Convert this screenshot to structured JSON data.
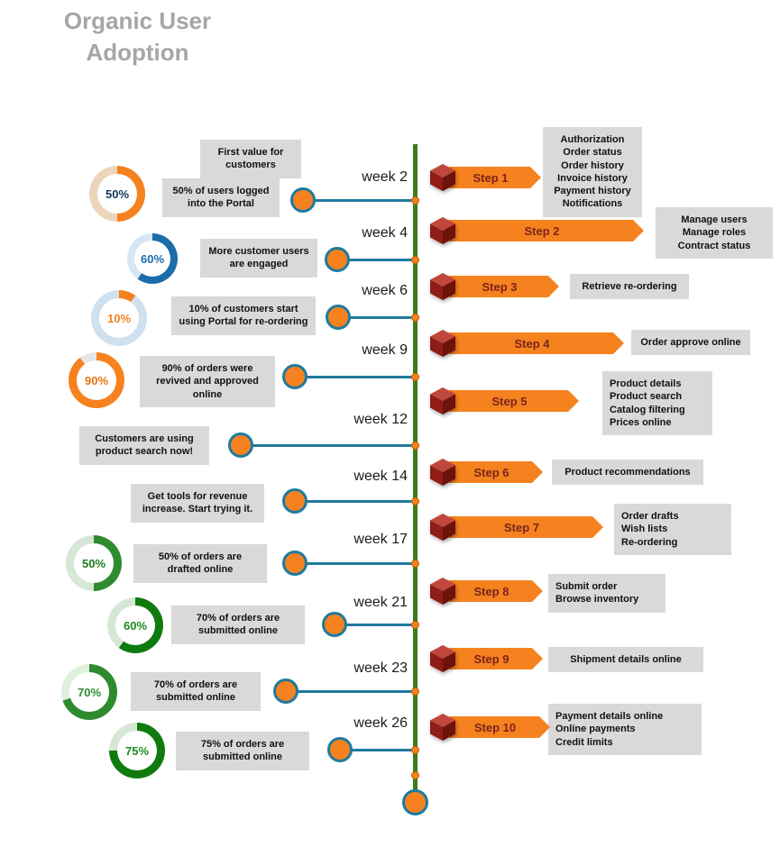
{
  "title": "Organic User Adoption",
  "colors": {
    "orange": "#F5821F",
    "teal_connector": "#1F7A9E",
    "timeline_green": "#3E7A1E",
    "note_box_gray": "#D9D9D9",
    "step_label_text": "#7B241C",
    "title_gray": "#A6A6A6",
    "cube_red": "#8F1D15"
  },
  "weeks": [
    {
      "week": "week 2",
      "note": "50% of users logged into the Portal",
      "note2": "First value for customers",
      "donut": {
        "label": "50%",
        "percent": 50,
        "color": "#F5821F",
        "track": "#EBD6BC",
        "text_color": "#17375E"
      }
    },
    {
      "week": "week 4",
      "note": "More customer users are engaged",
      "donut": {
        "label": "60%",
        "percent": 60,
        "color": "#1B6CA8",
        "track": "#D8E6F3",
        "text_color": "#1B6CA8"
      }
    },
    {
      "week": "week 6",
      "note": "10% of customers start using Portal for re-ordering",
      "donut": {
        "label": "10%",
        "percent": 10,
        "color": "#F5821F",
        "track": "#CFE0EF",
        "text_color": "#F5821F"
      }
    },
    {
      "week": "week 9",
      "note": "90% of orders were revived and approved online",
      "donut": {
        "label": "90%",
        "percent": 90,
        "color": "#F5821F",
        "track": "#E6E6E6",
        "text_color": "#E87511"
      }
    },
    {
      "week": "week 12",
      "note": "Customers are using product search now!"
    },
    {
      "week": "week 14",
      "note": "Get tools for revenue increase. Start trying it."
    },
    {
      "week": "week 17",
      "note": "50% of orders are drafted online",
      "donut": {
        "label": "50%",
        "percent": 50,
        "color": "#2E8B2F",
        "track": "#D6E8D5",
        "text_color": "#1E7A1E"
      }
    },
    {
      "week": "week 21",
      "note": "70% of orders are submitted online",
      "donut": {
        "label": "60%",
        "percent": 60,
        "color": "#0F7B0F",
        "track": "#D6E8D5",
        "text_color": "#1E8B1E"
      }
    },
    {
      "week": "week 23",
      "note": "70% of orders are submitted online",
      "donut": {
        "label": "70%",
        "percent": 70,
        "color": "#2E8B2F",
        "track": "#DFF0DE",
        "text_color": "#2E8B2F"
      }
    },
    {
      "week": "week 26",
      "note": "75% of orders are submitted online",
      "donut": {
        "label": "75%",
        "percent": 75,
        "color": "#0F7B0F",
        "track": "#D6E8D5",
        "text_color": "#1E8B1E"
      }
    }
  ],
  "steps": [
    {
      "label": "Step 1",
      "details": [
        "Authorization",
        "Order status",
        "Order history",
        "Invoice history",
        "Payment history",
        "Notifications"
      ]
    },
    {
      "label": "Step 2",
      "details": [
        "Manage users",
        "Manage roles",
        "Contract status"
      ]
    },
    {
      "label": "Step 3",
      "details": [
        "Retrieve re-ordering"
      ]
    },
    {
      "label": "Step 4",
      "details": [
        "Order approve online"
      ]
    },
    {
      "label": "Step 5",
      "details": [
        "Product details",
        "Product search",
        "Catalog filtering",
        "Prices online"
      ]
    },
    {
      "label": "Step 6",
      "details": [
        "Product recommendations"
      ]
    },
    {
      "label": "Step 7",
      "details": [
        "Order drafts",
        "Wish lists",
        "Re-ordering"
      ]
    },
    {
      "label": "Step 8",
      "details": [
        "Submit order",
        "Browse inventory"
      ]
    },
    {
      "label": "Step 9",
      "details": [
        "Shipment details online"
      ]
    },
    {
      "label": "Step 10",
      "details": [
        "Payment details online",
        "Online payments",
        "Credit limits"
      ]
    }
  ]
}
